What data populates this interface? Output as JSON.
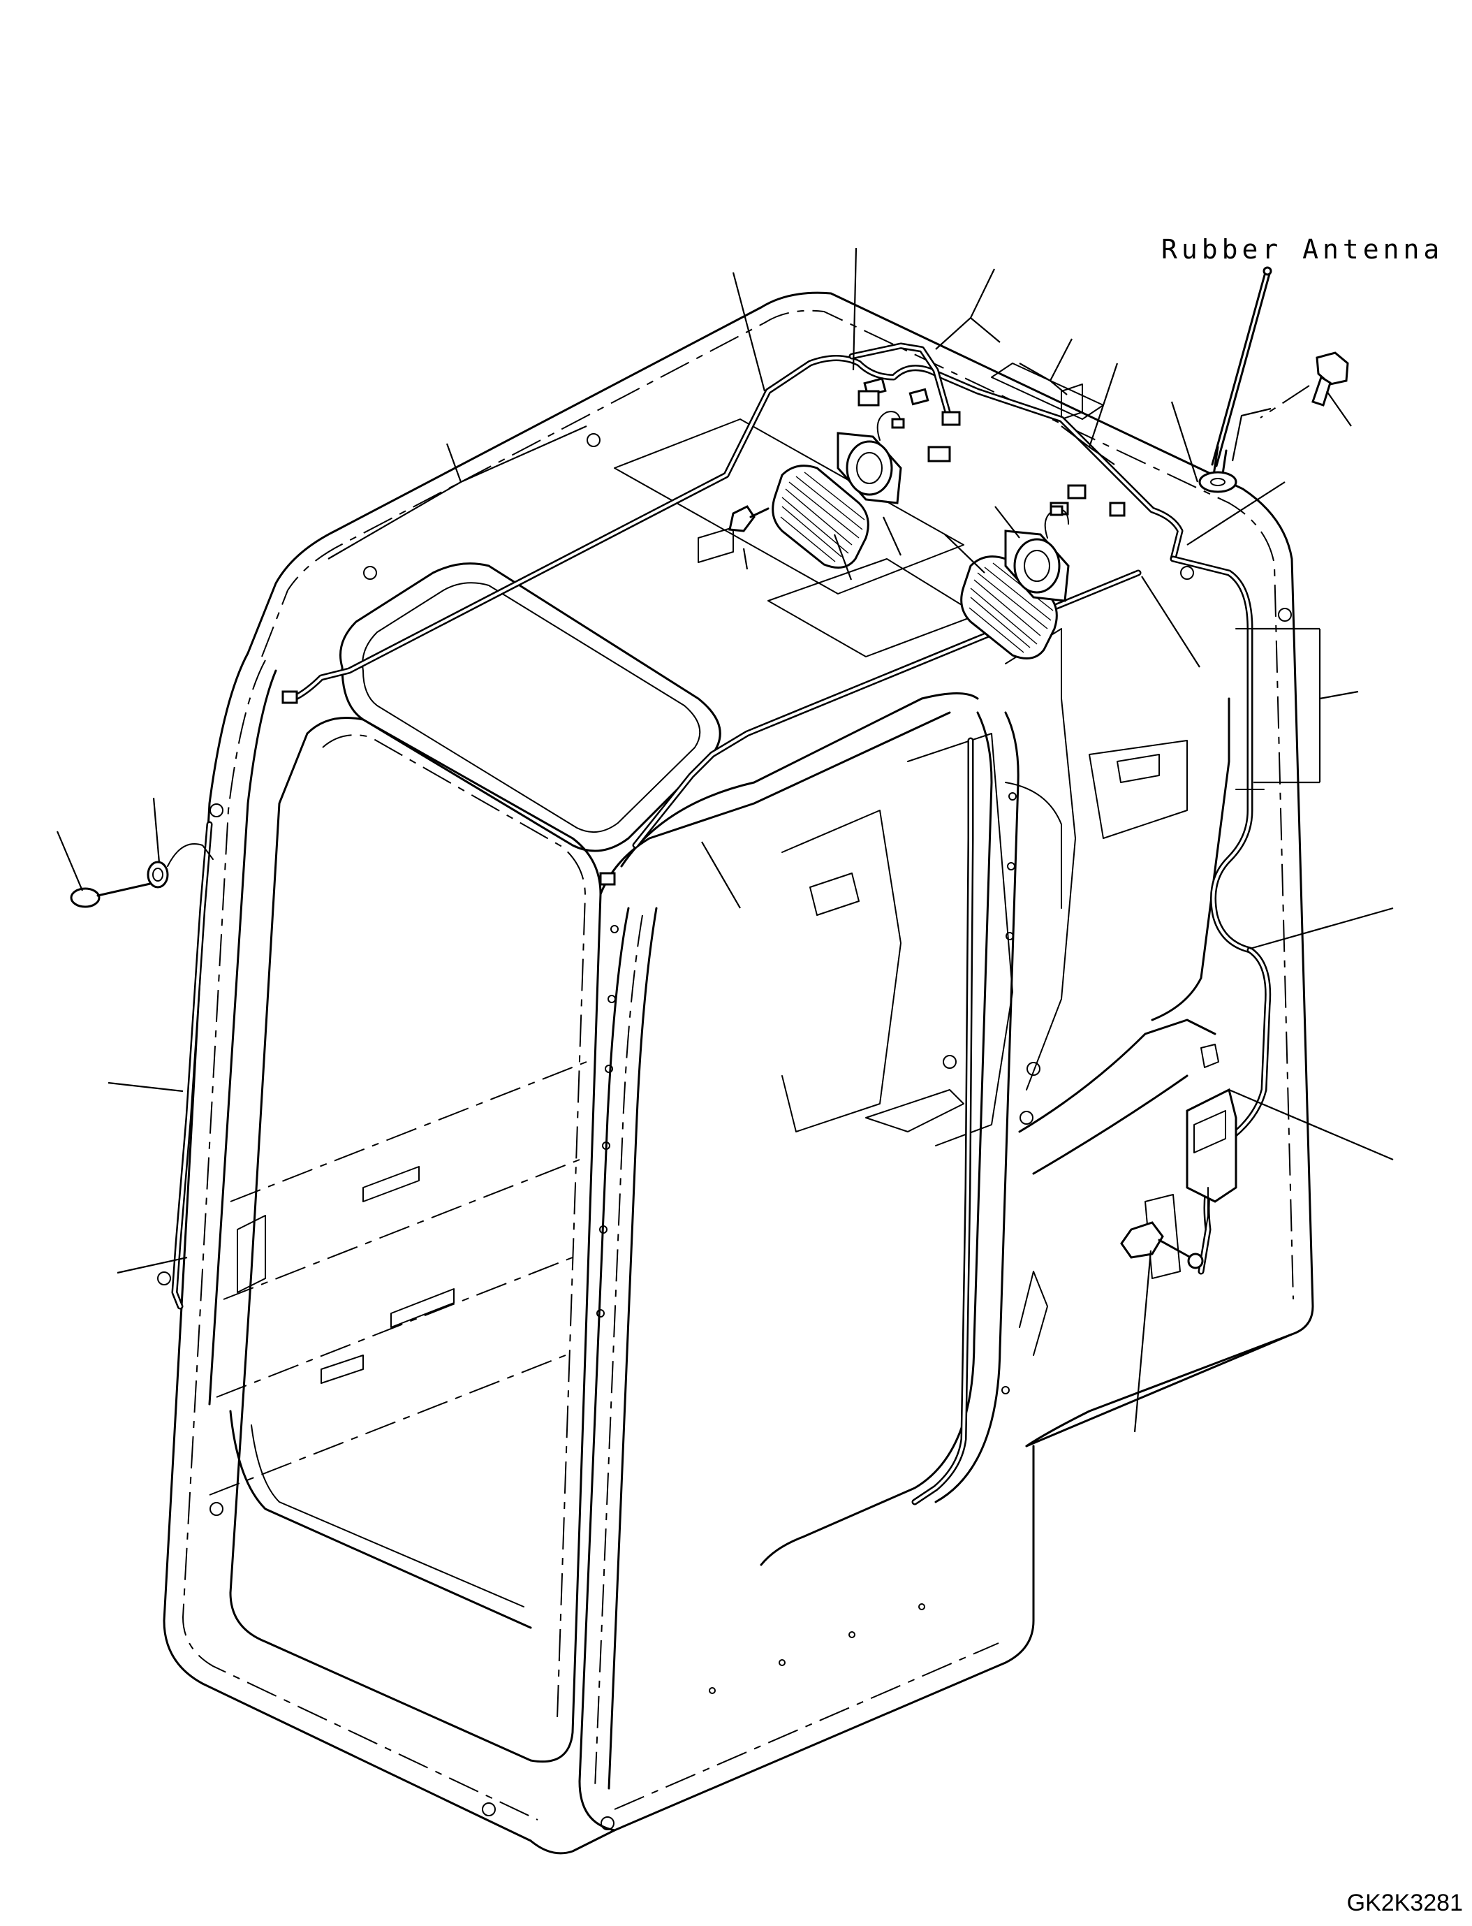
{
  "diagram": {
    "labels": {
      "antenna": "Rubber Antenna"
    },
    "drawing_code": "GK2K3281",
    "parts": [
      {
        "id": "roof-harness"
      },
      {
        "id": "speaker-left"
      },
      {
        "id": "speaker-right"
      },
      {
        "id": "speaker-grille-left"
      },
      {
        "id": "speaker-grille-right"
      },
      {
        "id": "rubber-antenna"
      },
      {
        "id": "antenna-bolt"
      },
      {
        "id": "side-harness"
      },
      {
        "id": "rear-harness"
      },
      {
        "id": "ground-bolt"
      },
      {
        "id": "connector-bracket"
      },
      {
        "id": "grommet"
      },
      {
        "id": "cab-frame"
      }
    ]
  }
}
